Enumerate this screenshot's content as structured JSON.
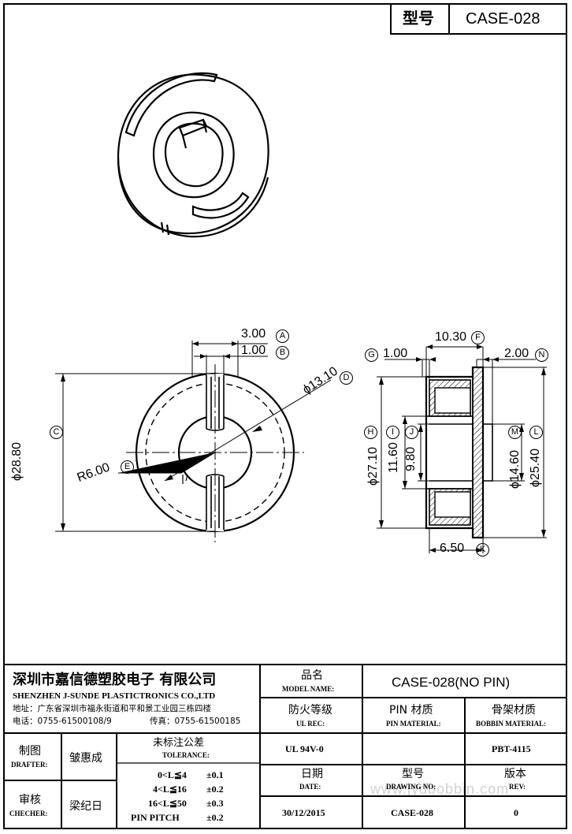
{
  "header": {
    "type_label": "型号",
    "type_value": "CASE-028"
  },
  "dimensions": {
    "front": {
      "d1": "3.00",
      "d1_tag": "A",
      "d2": "1.00",
      "d2_tag": "B",
      "outer_dia": "ϕ28.80",
      "outer_dia_tag": "C",
      "inner_dia": "ϕ13.10",
      "inner_dia_tag": "D",
      "radius": "R6.00",
      "radius_tag": "E"
    },
    "side": {
      "width": "10.30",
      "width_tag": "F",
      "g": "1.00",
      "g_tag": "G",
      "n": "2.00",
      "n_tag": "N",
      "h": "ϕ27.10",
      "h_tag": "H",
      "i": "11.60",
      "i_tag": "I",
      "j": "9.80",
      "j_tag": "J",
      "m": "ϕ14.60",
      "m_tag": "M",
      "l": "ϕ25.40",
      "l_tag": "L",
      "k": "6.50",
      "k_tag": "K"
    }
  },
  "watermark": "www.jydbobbin.com",
  "title_block": {
    "company_cn": "深圳市嘉信德塑胶电子 有限公司",
    "company_en": "SHENZHEN J-SUNDE PLASTICTRONICS CO.,LTD",
    "address": "地址：广东省深圳市福永街道和平和景工业园三栋四楼",
    "phone": "电话：0755-61500108/9",
    "fax": "传真：0755-61500185",
    "model_name_cn": "品名",
    "model_name_en": "MODEL NAME:",
    "model_name_value": "CASE-028(NO PIN)",
    "ul_rec_cn": "防火等级",
    "ul_rec_en": "UL REC:",
    "pin_material_cn": "PIN 材质",
    "pin_material_en": "PIN MATERIAL:",
    "bobbin_material_cn": "骨架材质",
    "bobbin_material_en": "BOBBIN MATERIAL:",
    "drafter_cn": "制图",
    "drafter_en": "DRAFTER:",
    "drafter_name": "皱惠成",
    "checker_cn": "审核",
    "checker_en": "CHECHER:",
    "checker_name": "梁纪日",
    "tolerance_cn": "未标注公差",
    "tolerance_en": "TOLERANCE:",
    "tolerances": [
      {
        "range": "0<L≦4",
        "value": "±0.1"
      },
      {
        "range": "4<L≦16",
        "value": "±0.2"
      },
      {
        "range": "16<L≦50",
        "value": "±0.3"
      },
      {
        "range": "PIN PITCH",
        "value": "±0.2"
      }
    ],
    "ul_value": "UL 94V-0",
    "bobbin_value": "PBT-4115",
    "date_cn": "日期",
    "date_en": "DATE:",
    "date_value": "30/12/2015",
    "drawing_no_cn": "型号",
    "drawing_no_en": "DRAWING NO:",
    "drawing_no_value": "CASE-028",
    "rev_cn": "版本",
    "rev_en": "REV:",
    "rev_value": "0"
  }
}
